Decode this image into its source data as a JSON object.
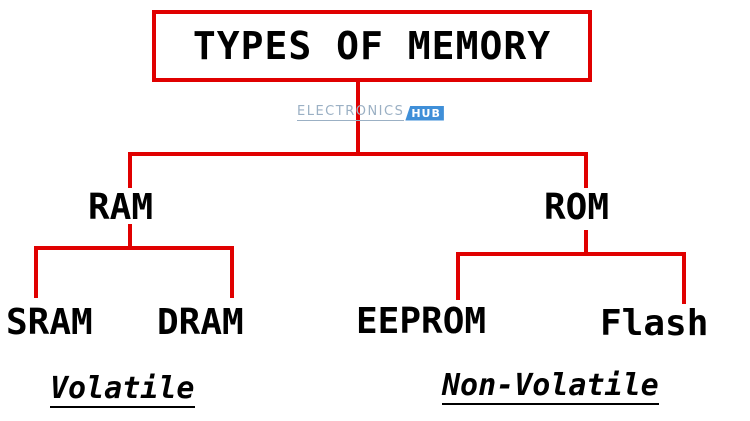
{
  "title": "TYPES OF MEMORY",
  "watermark": {
    "main": "ELECTRONICS",
    "badge": "HUB"
  },
  "branches": [
    {
      "label": "RAM",
      "children": [
        "SRAM",
        "DRAM"
      ],
      "category": "Volatile"
    },
    {
      "label": "ROM",
      "children": [
        "EEPROM",
        "Flash"
      ],
      "category": "Non-Volatile"
    }
  ],
  "colors": {
    "connector": "#e00000",
    "title_border": "#e00000",
    "text": "#000000",
    "watermark_text": "#9bb0c4",
    "watermark_badge": "#3f8fd8"
  }
}
